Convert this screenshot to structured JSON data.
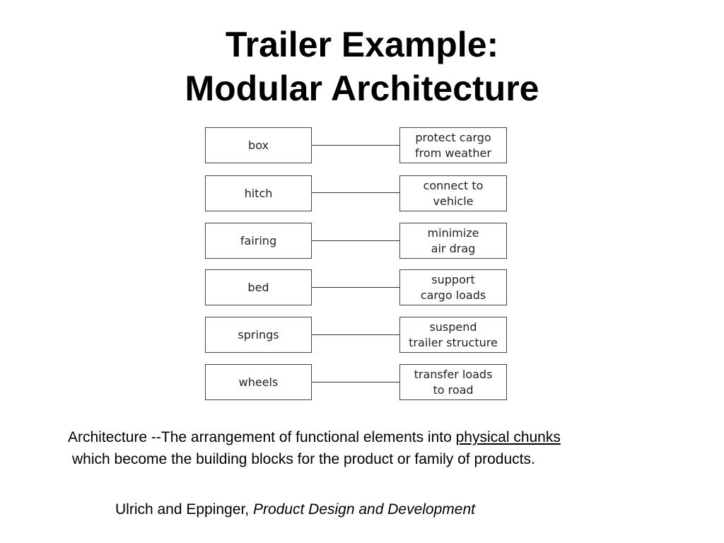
{
  "title": {
    "line1": "Trailer Example:",
    "line2": "Modular Architecture"
  },
  "mappings": [
    {
      "component": "box",
      "function_lines": [
        "protect cargo",
        "from weather"
      ]
    },
    {
      "component": "hitch",
      "function_lines": [
        "connect to",
        "vehicle"
      ]
    },
    {
      "component": "fairing",
      "function_lines": [
        "minimize",
        "air drag"
      ]
    },
    {
      "component": "bed",
      "function_lines": [
        "support",
        "cargo loads"
      ]
    },
    {
      "component": "springs",
      "function_lines": [
        "suspend",
        "trailer structure"
      ]
    },
    {
      "component": "wheels",
      "function_lines": [
        "transfer loads",
        "to road"
      ]
    }
  ],
  "definition": {
    "prefix": "Architecture --The arrangement of functional elements into ",
    "underlined": "physical chunks",
    "suffix": "which become the building blocks for the product or family of products."
  },
  "citation": {
    "authors": "Ulrich and Eppinger, ",
    "book_title": "Product Design and Development"
  }
}
